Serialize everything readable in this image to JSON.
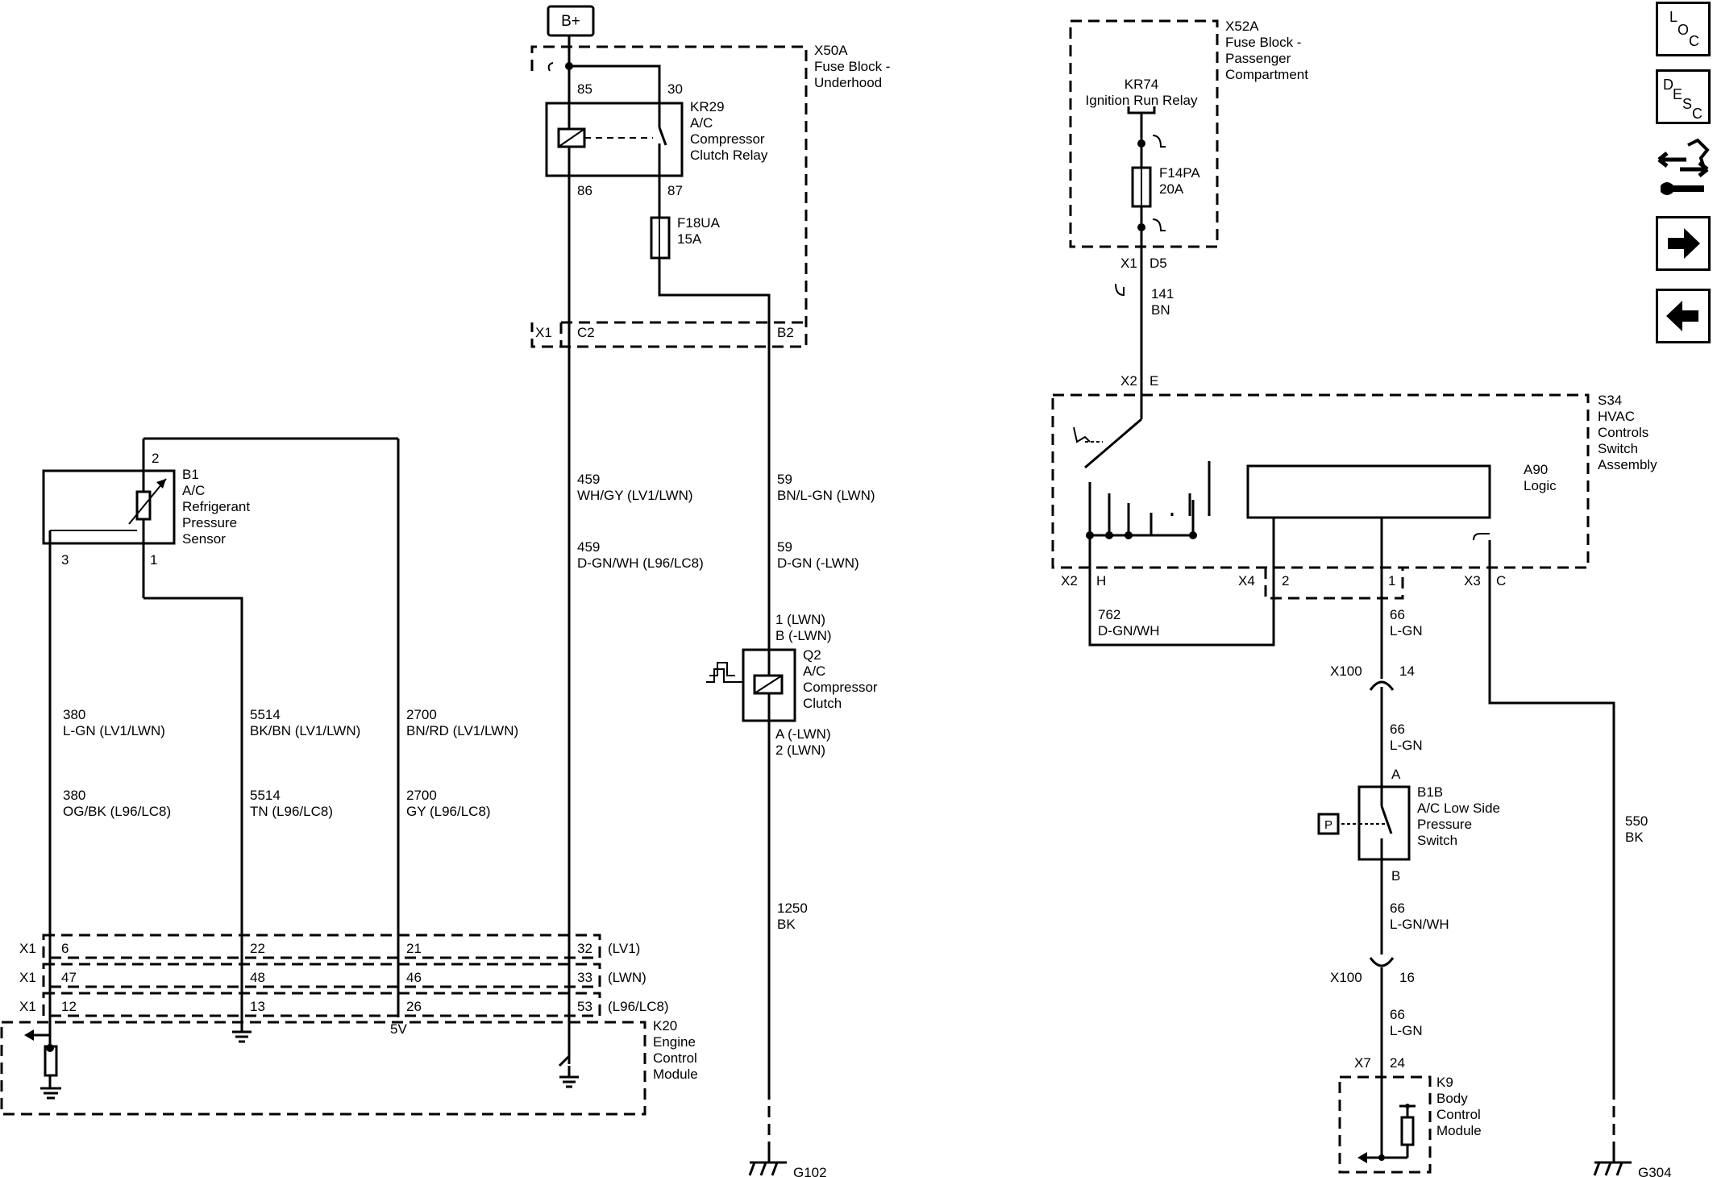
{
  "power_source": "B+",
  "components": {
    "x50a": {
      "id": "X50A",
      "l1": "Fuse Block -",
      "l2": "Underhood"
    },
    "kr29": {
      "id": "KR29",
      "l1": "A/C",
      "l2": "Compressor",
      "l3": "Clutch Relay",
      "p85": "85",
      "p30": "30",
      "p86": "86",
      "p87": "87"
    },
    "f18ua": {
      "id": "F18UA",
      "rating": "15A"
    },
    "x50a_conn": {
      "x1": "X1",
      "c2": "C2",
      "b2": "B2"
    },
    "b1": {
      "id": "B1",
      "l1": "A/C",
      "l2": "Refrigerant",
      "l3": "Pressure",
      "l4": "Sensor",
      "p2": "2",
      "p3": "3",
      "p1": "1"
    },
    "q2": {
      "id": "Q2",
      "l1": "A/C",
      "l2": "Compressor",
      "l3": "Clutch",
      "top1": "1 (LWN)",
      "top2": "B (-LWN)",
      "bot1": "A  (-LWN)",
      "bot2": "2  (LWN)"
    },
    "k20": {
      "id": "K20",
      "l1": "Engine",
      "l2": "Control",
      "l3": "Module",
      "v5": "5V"
    },
    "x52a": {
      "id": "X52A",
      "l1": "Fuse Block -",
      "l2": "Passenger",
      "l3": "Compartment"
    },
    "kr74": {
      "id": "KR74",
      "name": "Ignition Run Relay"
    },
    "f14pa": {
      "id": "F14PA",
      "rating": "20A"
    },
    "x52a_conn": {
      "x1": "X1",
      "d5": "D5"
    },
    "s34": {
      "id": "S34",
      "l1": "HVAC",
      "l2": "Controls",
      "l3": "Switch",
      "l4": "Assembly",
      "x2": "X2",
      "e": "E",
      "h": "H",
      "x4": "X4",
      "p2": "2",
      "p1": "1",
      "x3": "X3",
      "c": "C"
    },
    "a90": {
      "id": "A90",
      "name": "Logic"
    },
    "x100": {
      "id": "X100",
      "p14": "14",
      "p16": "16"
    },
    "b1b": {
      "id": "B1B",
      "l1": "A/C Low Side",
      "l2": "Pressure",
      "l3": "Switch",
      "pa": "A",
      "pb": "B",
      "p": "P"
    },
    "k9": {
      "id": "K9",
      "l1": "Body",
      "l2": "Control",
      "l3": "Module",
      "x7": "X7",
      "p24": "24"
    },
    "grounds": {
      "g102": "G102",
      "g304": "G304"
    }
  },
  "wires": {
    "w459a": {
      "circuit": "459",
      "color": "WH/GY  (LV1/LWN)"
    },
    "w459b": {
      "circuit": "459",
      "color": "D-GN/WH  (L96/LC8)"
    },
    "w59a": {
      "circuit": "59",
      "color": "BN/L-GN  (LWN)"
    },
    "w59b": {
      "circuit": "59",
      "color": "D-GN  (-LWN)"
    },
    "w1250": {
      "circuit": "1250",
      "color": "BK"
    },
    "w380a": {
      "circuit": "380",
      "color": "L-GN  (LV1/LWN)"
    },
    "w380b": {
      "circuit": "380",
      "color": "OG/BK  (L96/LC8)"
    },
    "w5514a": {
      "circuit": "5514",
      "color": "BK/BN  (LV1/LWN)"
    },
    "w5514b": {
      "circuit": "5514",
      "color": "TN      (L96/LC8)"
    },
    "w2700a": {
      "circuit": "2700",
      "color": "BN/RD  (LV1/LWN)"
    },
    "w2700b": {
      "circuit": "2700",
      "color": "GY        (L96/LC8)"
    },
    "w141": {
      "circuit": "141",
      "color": "BN"
    },
    "w762": {
      "circuit": "762",
      "color": "D-GN/WH"
    },
    "w66a": {
      "circuit": "66",
      "color": "L-GN"
    },
    "w66b": {
      "circuit": "66",
      "color": "L-GN"
    },
    "w66c": {
      "circuit": "66",
      "color": "L-GN/WH"
    },
    "w66d": {
      "circuit": "66",
      "color": "L-GN"
    },
    "w550": {
      "circuit": "550",
      "color": "BK"
    }
  },
  "ecm_connectors": {
    "row1": {
      "conn": "X1",
      "p6": "6",
      "p22": "22",
      "p21": "21",
      "p32": "32",
      "opt": "(LV1)"
    },
    "row2": {
      "conn": "X1",
      "p47": "47",
      "p48": "48",
      "p46": "46",
      "p33": "33",
      "opt": "(LWN)"
    },
    "row3": {
      "conn": "X1",
      "p12": "12",
      "p13": "13",
      "p26": "26",
      "p53": "53",
      "opt": "(L96/LC8)"
    }
  },
  "nav": {
    "loc": {
      "l": "L",
      "o": "O",
      "c": "C"
    },
    "desc": {
      "d": "D",
      "e": "E",
      "s": "S",
      "c": "C"
    }
  }
}
